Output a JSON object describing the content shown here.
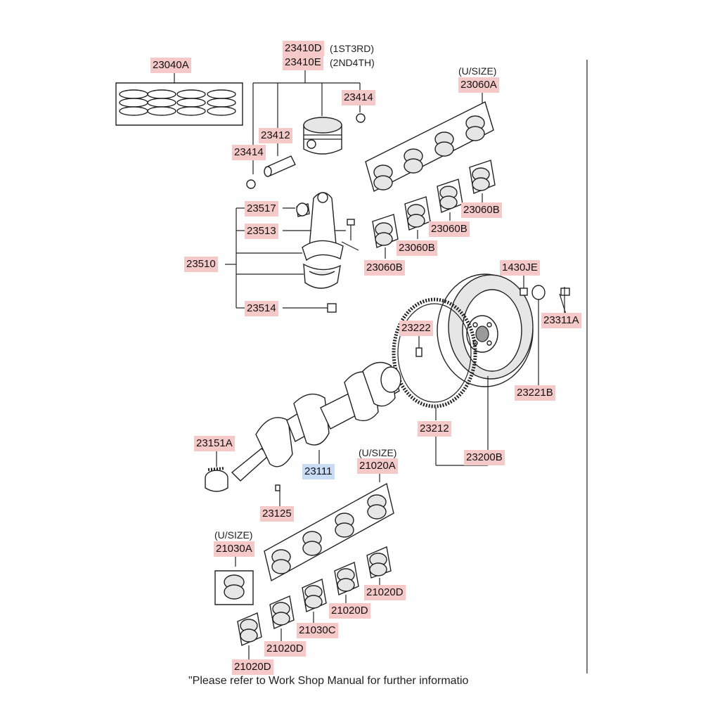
{
  "part_labels": [
    {
      "id": "23040A",
      "text": "23040A"
    },
    {
      "id": "23410D",
      "text": "23410D"
    },
    {
      "id": "23410E",
      "text": "23410E"
    },
    {
      "id": "23414_top",
      "text": "23414"
    },
    {
      "id": "23412",
      "text": "23412"
    },
    {
      "id": "23414_left",
      "text": "23414"
    },
    {
      "id": "23060A",
      "text": "23060A"
    },
    {
      "id": "23517",
      "text": "23517"
    },
    {
      "id": "23513",
      "text": "23513"
    },
    {
      "id": "23510",
      "text": "23510"
    },
    {
      "id": "23514",
      "text": "23514"
    },
    {
      "id": "23060B_1",
      "text": "23060B"
    },
    {
      "id": "23060B_2",
      "text": "23060B"
    },
    {
      "id": "23060B_3",
      "text": "23060B"
    },
    {
      "id": "23060B_4",
      "text": "23060B"
    },
    {
      "id": "1430JE",
      "text": "1430JE"
    },
    {
      "id": "23311A",
      "text": "23311A"
    },
    {
      "id": "23222",
      "text": "23222"
    },
    {
      "id": "23221B",
      "text": "23221B"
    },
    {
      "id": "23212",
      "text": "23212"
    },
    {
      "id": "23200B",
      "text": "23200B"
    },
    {
      "id": "23151A",
      "text": "23151A"
    },
    {
      "id": "23111",
      "text": "23111"
    },
    {
      "id": "21020A",
      "text": "21020A"
    },
    {
      "id": "23125",
      "text": "23125"
    },
    {
      "id": "21030A",
      "text": "21030A"
    },
    {
      "id": "21020D_1",
      "text": "21020D"
    },
    {
      "id": "21020D_2",
      "text": "21020D"
    },
    {
      "id": "21030C",
      "text": "21030C"
    },
    {
      "id": "21020D_3",
      "text": "21020D"
    },
    {
      "id": "21020D_4",
      "text": "21020D"
    }
  ],
  "notes": {
    "d_suffix": "(1ST3RD)",
    "e_suffix": "(2ND4TH)",
    "usize_1": "(U/SIZE)",
    "usize_2": "(U/SIZE)",
    "usize_3": "(U/SIZE)"
  },
  "footnote": "\"Please refer to Work Shop Manual for further informatio",
  "colors": {
    "label_bg": "#f6c9c9",
    "highlight_bg": "#c8dcf6",
    "line": "#222222"
  }
}
